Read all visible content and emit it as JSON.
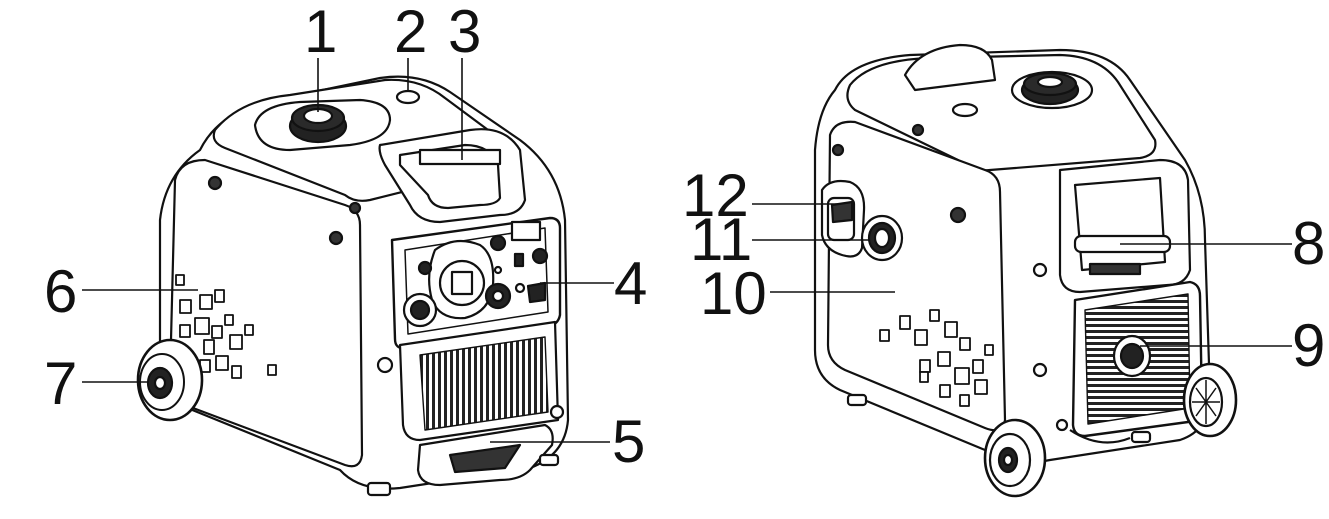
{
  "callouts": {
    "c1": "1",
    "c2": "2",
    "c3": "3",
    "c4": "4",
    "c5": "5",
    "c6": "6",
    "c7": "7",
    "c8": "8",
    "c9": "9",
    "c10": "10",
    "c11": "11",
    "c12": "12"
  },
  "colors": {
    "line": "#111111",
    "body": "#ffffff",
    "shade": "#d9d9d9",
    "dark": "#2a2a2a"
  }
}
